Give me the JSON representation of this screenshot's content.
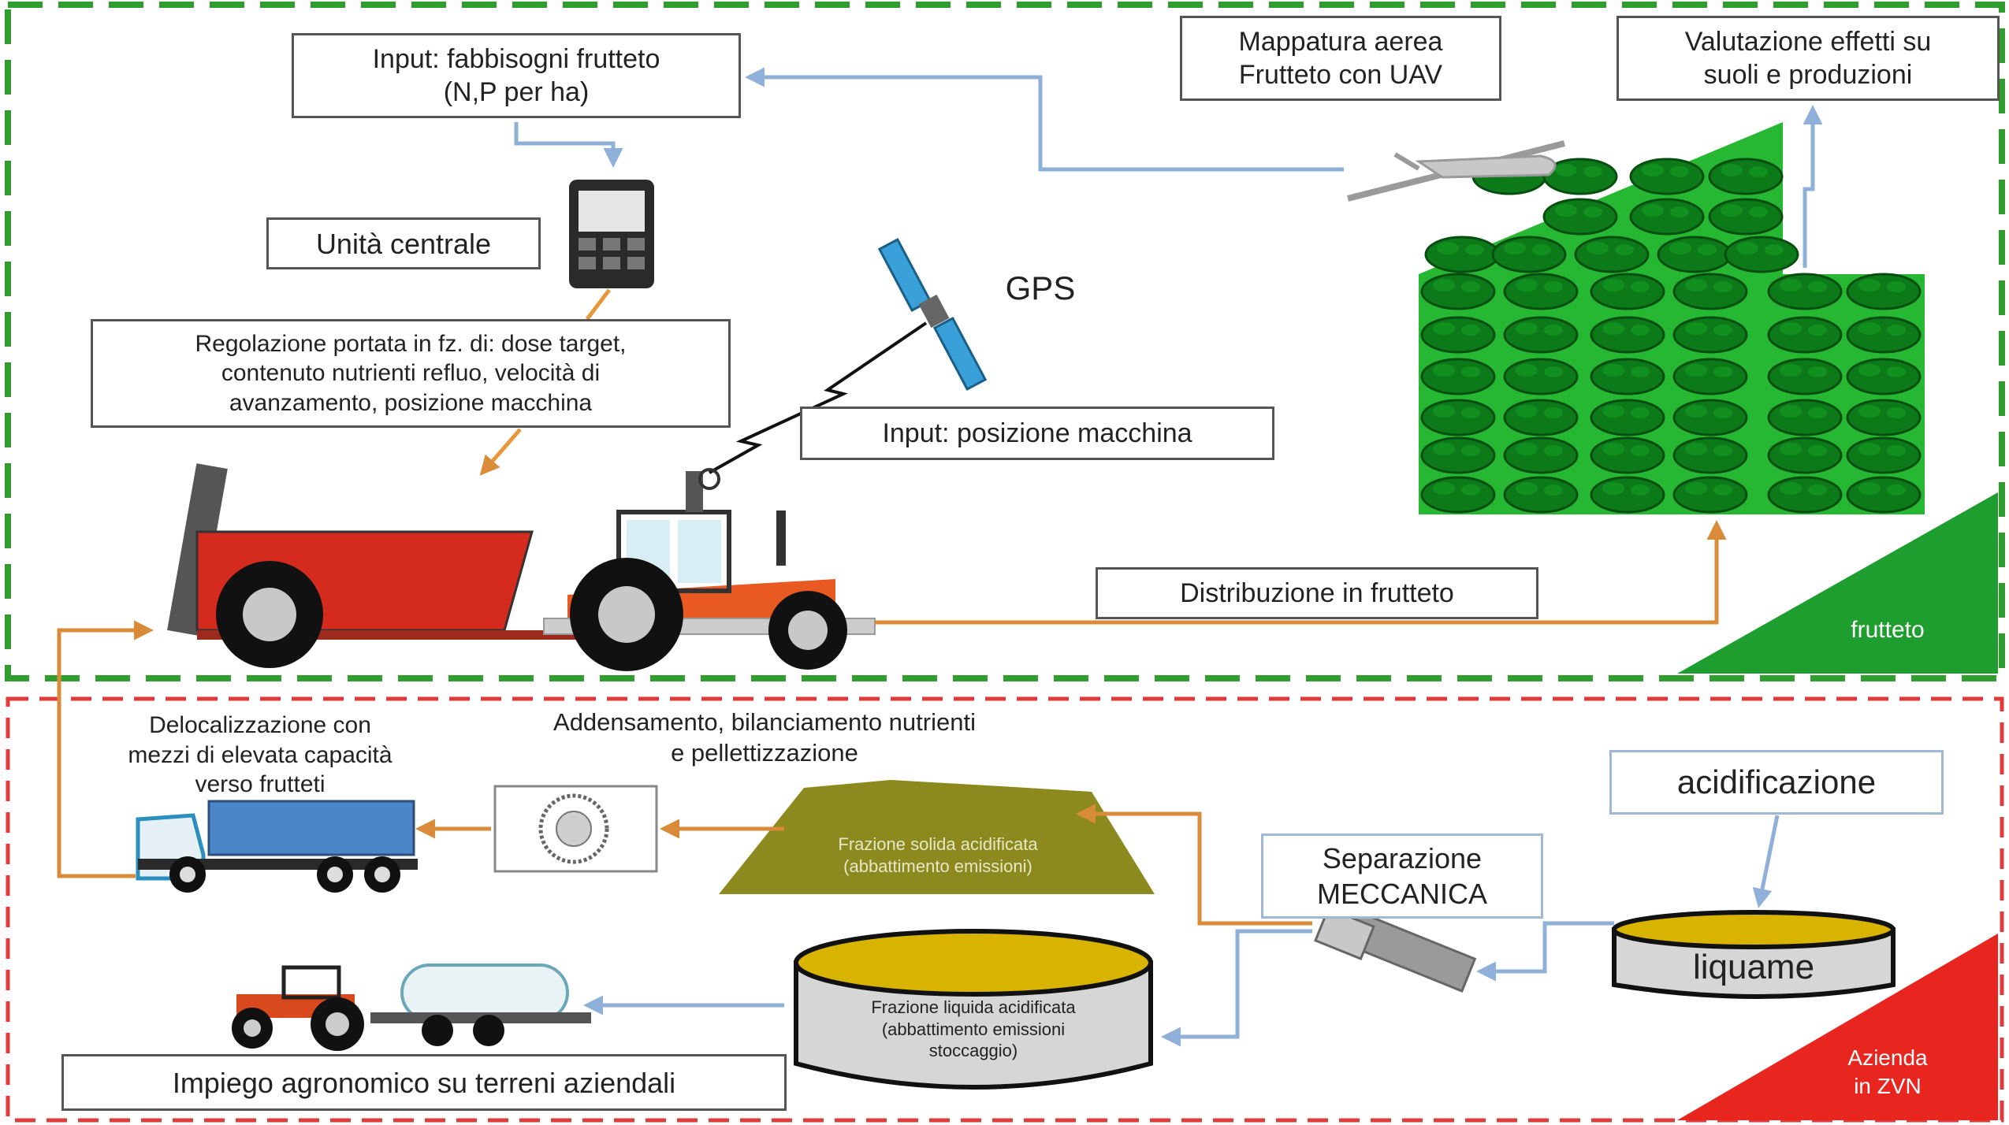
{
  "colors": {
    "orchard_border": "#2f9e2f",
    "farm_border": "#e03a3a",
    "flow_blue": "#8fb0d9",
    "flow_orange": "#d98b3a",
    "orchard_green": "#1e9e2e",
    "tree_green": "#0d7a1a",
    "farm_red": "#e8251f",
    "slurry_yellow": "#d8b400",
    "solid_olive": "#8c8a1e",
    "truck_blue": "#4a86c8",
    "tractor_red": "#d84a1e"
  },
  "boxes": {
    "input_fabbisogni": [
      "Input: fabbisogni frutteto",
      "(N,P per ha)"
    ],
    "mappatura": [
      "Mappatura aerea",
      "Frutteto con UAV"
    ],
    "valutazione": [
      "Valutazione effetti su",
      "suoli e produzioni"
    ],
    "unita_centrale": "Unità centrale",
    "regolazione": [
      "Regolazione portata in fz. di: dose target,",
      "contenuto nutrienti refluo, velocità di",
      "avanzamento, posizione macchina"
    ],
    "input_posizione": "Input: posizione macchina",
    "distribuzione": "Distribuzione in frutteto",
    "acidificazione": "acidificazione",
    "separazione": [
      "Separazione",
      "MECCANICA"
    ],
    "impiego": "Impiego agronomico su terreni aziendali"
  },
  "labels": {
    "gps": "GPS",
    "frutteto": "frutteto",
    "azienda": [
      "Azienda",
      "in ZVN"
    ],
    "delocalizzazione": [
      "Delocalizzazione con",
      "mezzi di elevata capacità",
      "verso frutteti"
    ],
    "addensamento": [
      "Addensamento, bilanciamento nutrienti",
      "e pellettizzazione"
    ],
    "frazione_solida": [
      "Frazione solida acidificata",
      "(abbattimento emissioni)"
    ],
    "frazione_liquida": [
      "Frazione liquida acidificata",
      "(abbattimento emissioni",
      "stoccaggio)"
    ],
    "liquame": "liquame"
  },
  "icons": [
    "uav-icon",
    "satellite-icon",
    "control-unit-icon",
    "tractor-spreader-icon",
    "truck-icon",
    "pellet-machine-icon",
    "separator-icon",
    "tanker-tractor-icon",
    "orchard-icon",
    "storage-tank-icon",
    "slurry-tank-icon",
    "solid-heap-icon"
  ]
}
